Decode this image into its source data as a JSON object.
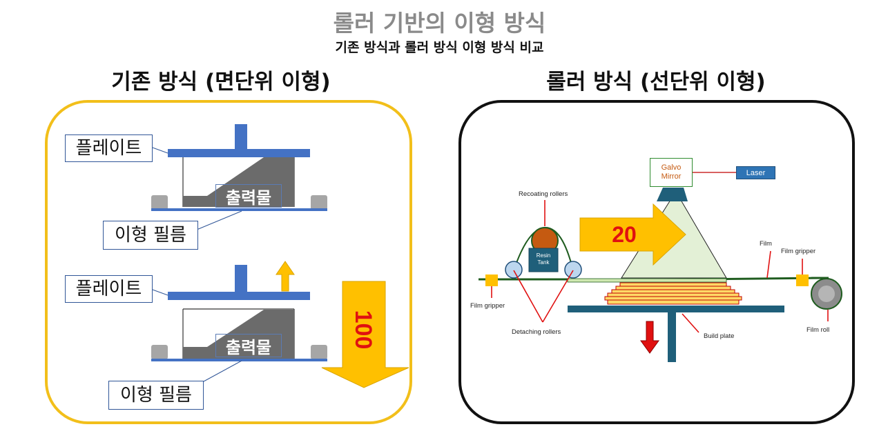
{
  "header": {
    "title": "롤러 기반의 이형 방식",
    "subtitle": "기존 방식과 롤러 방식 이형 방식 비교"
  },
  "left_panel": {
    "title": "기존 방식 (면단위 이형)",
    "stage1": {
      "plate_label": "플레이트",
      "output_label": "출력물",
      "film_label": "이형 필름"
    },
    "stage2": {
      "plate_label": "플레이트",
      "output_label": "출력물",
      "film_label": "이형 필름"
    },
    "time_value": "100"
  },
  "right_panel": {
    "title": "롤러 방식 (선단위 이형)",
    "galvo_mirror": "Galvo\nMirror",
    "laser": "Laser",
    "recoating_rollers": "Recoating rollers",
    "resin_tank": "Resin\nTank",
    "detaching_rollers": "Detaching rollers",
    "film_gripper_left": "Film gripper",
    "film_gripper_right": "Film gripper",
    "film": "Film",
    "build_plate": "Build plate",
    "film_roll": "Film roll",
    "time_value": "20"
  },
  "colors": {
    "frame_left": "#f2bf1a",
    "frame_right": "#111111",
    "plate_blue": "#4472c4",
    "arrow_yellow": "#ffc000",
    "value_red": "#e01010",
    "laser_cone": "#e3f0d6",
    "film_green": "#1f5c1f",
    "resin_brown": "#c55a11",
    "tank_teal": "#1f5f7a",
    "layer_yellow": "#ffd966",
    "layer_red": "#c00000"
  }
}
